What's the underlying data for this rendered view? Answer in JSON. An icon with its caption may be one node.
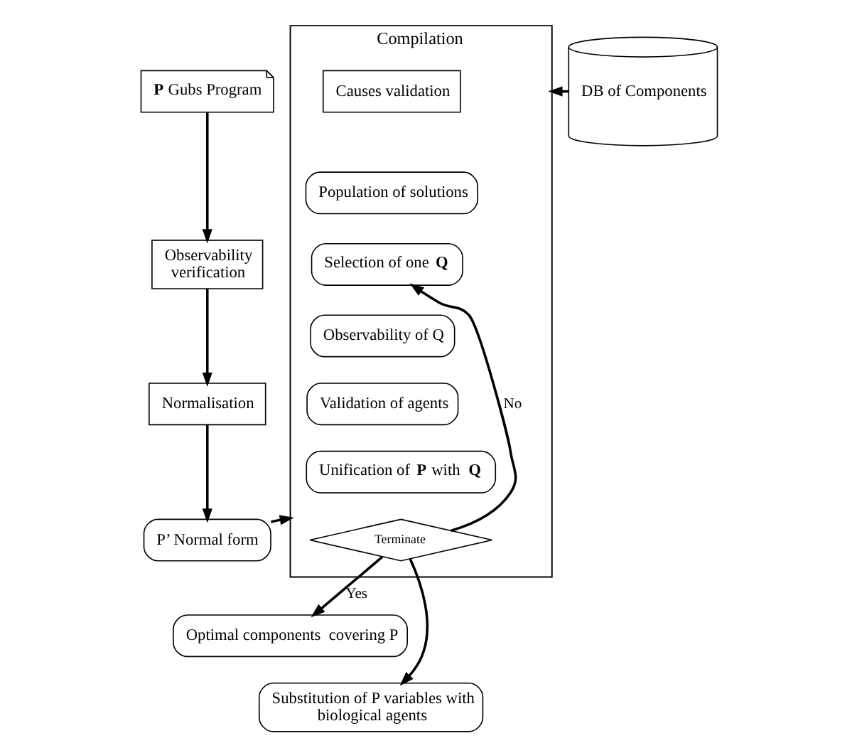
{
  "diagram": {
    "nodes": [
      {
        "text": [
          "**P** Gubs Program"
        ]
      },
      {
        "text": [
          "Observability verification"
        ]
      },
      {
        "text": [
          "Normalisation"
        ]
      },
      {
        "text": [
          "P’ Normal form"
        ]
      },
      {
        "text": [
          "DB of Components"
        ]
      },
      {
        "text": [
          "Compilation"
        ]
      },
      {
        "text": [
          "Causes validation"
        ],
        "in": 5
      },
      {
        "text": [
          "Population of solutions"
        ],
        "in": 5
      },
      {
        "text": [
          "Selection of one **Q**"
        ],
        "in": 5
      },
      {
        "text": [
          "Observability of Q"
        ],
        "in": 5
      },
      {
        "text": [
          "Validation of agents"
        ],
        "in": 5
      },
      {
        "text": [
          "Unification of **P** with **Q**"
        ],
        "in": 5
      },
      {
        "text": [
          "Terminate"
        ],
        "in": 5
      },
      {
        "text": [
          "Optimal components  covering P"
        ]
      },
      {
        "text": [
          "Substitution of P variables with biological agents"
        ]
      }
    ],
    "edges": [
      {
        "from": 0,
        "to": 1,
        "arrow": "to"
      },
      {
        "from": 1,
        "to": 2,
        "arrow": "to"
      },
      {
        "from": 2,
        "to": 3,
        "arrow": "to"
      },
      {
        "from": 3,
        "to": 5,
        "arrow": "to"
      },
      {
        "from": 4,
        "to": 5,
        "arrow": "to"
      },
      {
        "from": 12,
        "to": 8,
        "arrow": "to",
        "label": "No"
      },
      {
        "from": 12,
        "to": 13,
        "arrow": "to",
        "label": "Yes"
      },
      {
        "from": 12,
        "to": 14,
        "arrow": "to"
      }
    ]
  }
}
